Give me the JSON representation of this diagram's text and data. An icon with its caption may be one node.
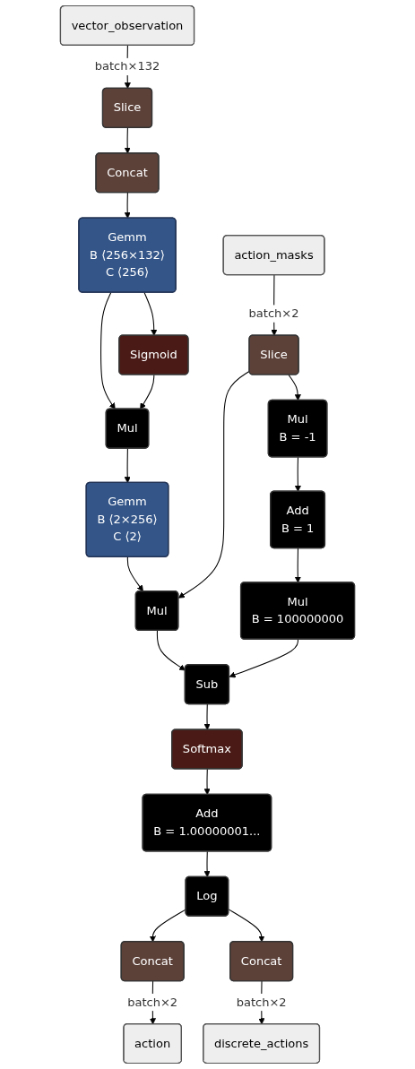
{
  "diagram": {
    "nodes": [
      {
        "text": [
          "vector_observation"
        ]
      },
      {
        "text": [
          "Slice"
        ]
      },
      {
        "text": [
          "Concat"
        ]
      },
      {
        "text": [
          "Gemm",
          "B ⟨256×132⟩",
          "C ⟨256⟩"
        ]
      },
      {
        "text": [
          "Sigmoid"
        ]
      },
      {
        "text": [
          "Mul"
        ]
      },
      {
        "text": [
          "Gemm",
          "B ⟨2×256⟩",
          "C ⟨2⟩"
        ]
      },
      {
        "text": [
          "action_masks"
        ]
      },
      {
        "text": [
          "Slice"
        ]
      },
      {
        "text": [
          "Mul",
          "B = -1"
        ]
      },
      {
        "text": [
          "Add",
          "B = 1"
        ]
      },
      {
        "text": [
          "Mul",
          "B = 100000000"
        ]
      },
      {
        "text": [
          "Mul"
        ]
      },
      {
        "text": [
          "Sub"
        ]
      },
      {
        "text": [
          "Softmax"
        ]
      },
      {
        "text": [
          "Add",
          "B = 1.00000001..."
        ]
      },
      {
        "text": [
          "Log"
        ]
      },
      {
        "text": [
          "Concat"
        ]
      },
      {
        "text": [
          "Concat"
        ]
      },
      {
        "text": [
          "action"
        ]
      },
      {
        "text": [
          "discrete_actions"
        ]
      }
    ],
    "edges": [
      {
        "from": 0,
        "to": 1,
        "arrow": "to",
        "label": "batch×132"
      },
      {
        "from": 1,
        "to": 2,
        "arrow": "to"
      },
      {
        "from": 2,
        "to": 3,
        "arrow": "to"
      },
      {
        "from": 3,
        "to": 5,
        "arrow": "to"
      },
      {
        "from": 3,
        "to": 4,
        "arrow": "to"
      },
      {
        "from": 4,
        "to": 5,
        "arrow": "to"
      },
      {
        "from": 5,
        "to": 6,
        "arrow": "to"
      },
      {
        "from": 7,
        "to": 8,
        "arrow": "to",
        "label": "batch×2"
      },
      {
        "from": 8,
        "to": 12,
        "arrow": "to"
      },
      {
        "from": 8,
        "to": 9,
        "arrow": "to"
      },
      {
        "from": 9,
        "to": 10,
        "arrow": "to"
      },
      {
        "from": 10,
        "to": 11,
        "arrow": "to"
      },
      {
        "from": 6,
        "to": 12,
        "arrow": "to"
      },
      {
        "from": 12,
        "to": 13,
        "arrow": "to"
      },
      {
        "from": 11,
        "to": 13,
        "arrow": "to"
      },
      {
        "from": 13,
        "to": 14,
        "arrow": "to"
      },
      {
        "from": 14,
        "to": 15,
        "arrow": "to"
      },
      {
        "from": 15,
        "to": 16,
        "arrow": "to"
      },
      {
        "from": 16,
        "to": 17,
        "arrow": "to"
      },
      {
        "from": 16,
        "to": 18,
        "arrow": "to"
      },
      {
        "from": 17,
        "to": 19,
        "arrow": "to",
        "label": "batch×2"
      },
      {
        "from": 18,
        "to": 20,
        "arrow": "to",
        "label": "batch×2"
      }
    ]
  }
}
